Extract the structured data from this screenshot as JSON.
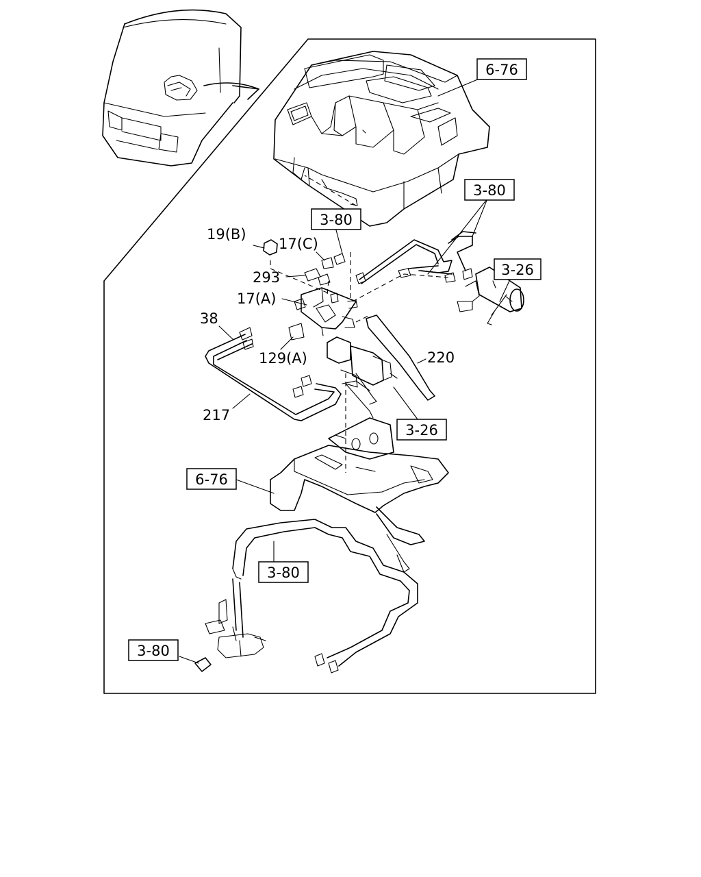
{
  "callouts": {
    "ref_6_76_top": "6-76",
    "ref_3_80_right": "3-80",
    "ref_3_80_mid": "3-80",
    "ref_3_26_right": "3-26",
    "ref_3_26_mid": "3-26",
    "ref_6_76_left": "6-76",
    "ref_3_80_lower": "3-80",
    "ref_3_80_bottom": "3-80"
  },
  "parts": {
    "p19b": "19(B)",
    "p17c": "17(C)",
    "p293": "293",
    "p17a": "17(A)",
    "p38": "38",
    "p129a": "129(A)",
    "p220": "220",
    "p217": "217"
  }
}
